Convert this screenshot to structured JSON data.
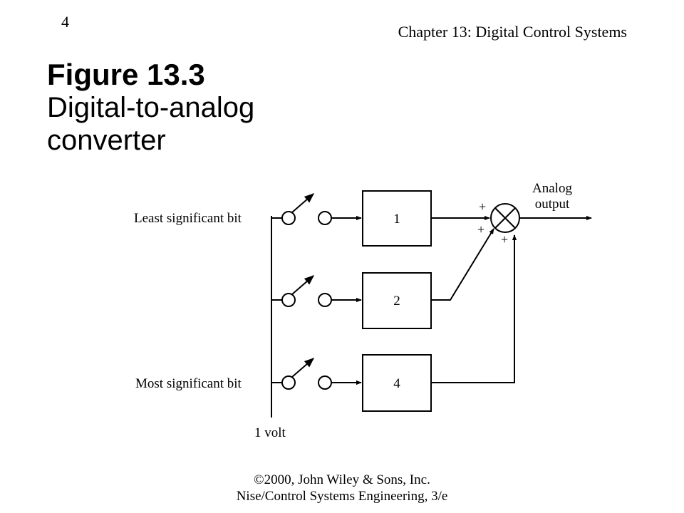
{
  "header": {
    "page_number": "4",
    "chapter_title": "Chapter 13: Digital Control Systems"
  },
  "figure": {
    "number": "Figure 13.3",
    "caption": "Digital-to-analog converter"
  },
  "diagram": {
    "input_labels": {
      "lsb": "Least significant bit",
      "msb": "Most significant bit",
      "supply": "1 volt"
    },
    "blocks": [
      "1",
      "2",
      "4"
    ],
    "output_label_line1": "Analog",
    "output_label_line2": "output",
    "summing_signs": [
      "+",
      "+",
      "+"
    ]
  },
  "footer": {
    "line1": "©2000, John Wiley & Sons, Inc.",
    "line2": "Nise/Control Systems Engineering, 3/e"
  }
}
